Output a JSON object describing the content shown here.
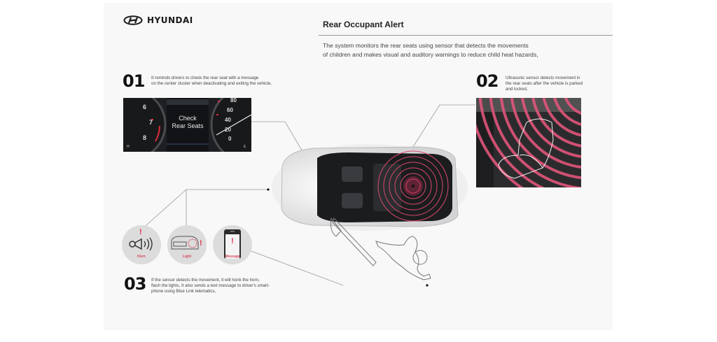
{
  "brand": {
    "name": "HYUNDAI",
    "logo_icon": "hyundai-logo-icon"
  },
  "header": {
    "title": "Rear Occupant Alert",
    "intro_lines": [
      "The system monitors the rear seats using sensor that detects the movements",
      "of children and makes visual and auditory warnings to reduce child heat hazards,"
    ]
  },
  "steps": [
    {
      "number": "01",
      "lines": [
        "It reminds drivers to check the rear seat with a message",
        "on the center cluster when deactivating and exiting the vehicle,"
      ]
    },
    {
      "number": "02",
      "lines": [
        "Ultrasonic sensor detects movement in",
        "the rear seats after the vehicle is parked",
        "and locked,"
      ]
    },
    {
      "number": "03",
      "lines": [
        "If the sensor detects the movement, it will honk the horn,",
        "flash the lights, It also sends a text message to driver's smart-",
        "phone using Blue Link telematics,"
      ]
    }
  ],
  "cluster": {
    "message_lines": [
      "Check",
      "Rear Seats"
    ],
    "tach_ticks": [
      "6",
      "7",
      "8"
    ],
    "speed_ticks": [
      "80",
      "60",
      "40",
      "20",
      "0"
    ],
    "left_gauge_letter": "H",
    "right_gauge_letter": "E"
  },
  "alerts": [
    {
      "label": "Horn",
      "icon": "horn-icon"
    },
    {
      "label": "Light",
      "icon": "car-light-icon"
    },
    {
      "label": "Message",
      "icon": "smartphone-message-icon"
    }
  ],
  "colors": {
    "accent": "#d9475e",
    "sensor_wave": "#e0557a",
    "panel_bg": "#f8f8f8",
    "text": "#222222"
  }
}
